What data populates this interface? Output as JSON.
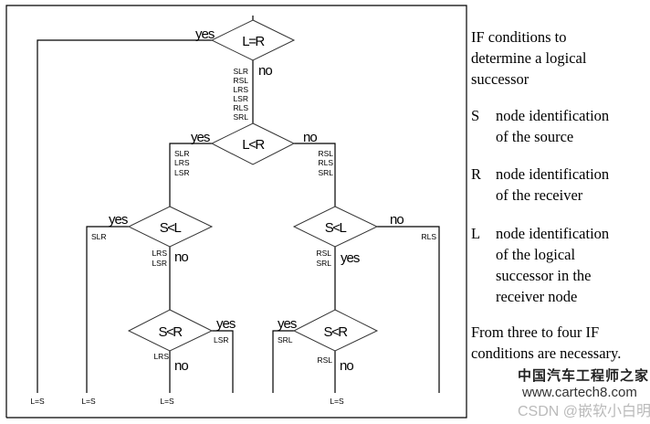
{
  "diagram": {
    "conditions": {
      "c1": "L=R",
      "c2": "L<R",
      "c3": "S<L",
      "c4": "S<R",
      "c5": "S<L",
      "c6": "S<R"
    },
    "branch": {
      "yes": "yes",
      "no": "no"
    },
    "sets": {
      "after_c1_no": [
        "SLR",
        "RSL",
        "LRS",
        "LSR",
        "RLS",
        "SRL"
      ],
      "after_c2_yes": [
        "SLR",
        "LRS",
        "LSR"
      ],
      "after_c2_no": [
        "RSL",
        "RLS",
        "SRL"
      ],
      "after_c3_yes": [
        "SLR"
      ],
      "after_c3_no": [
        "LRS",
        "LSR"
      ],
      "after_c4_yes": [
        "LSR"
      ],
      "after_c4_no": [
        "LRS"
      ],
      "after_c5_no": [
        "RLS"
      ],
      "after_c5_yes": [
        "RSL",
        "SRL"
      ],
      "after_c6_yes": [
        "SRL"
      ],
      "after_c6_no": [
        "RSL"
      ]
    },
    "results": [
      "L=S",
      "L=S",
      "L=S",
      "L=S"
    ]
  },
  "legend": {
    "intro": [
      "IF conditions to",
      "determine a logical",
      "successor"
    ],
    "items": [
      {
        "key": "S",
        "lines": [
          "node identification",
          "of the source"
        ]
      },
      {
        "key": "R",
        "lines": [
          "node identification",
          "of the receiver"
        ]
      },
      {
        "key": "L",
        "lines": [
          "node identification",
          "of the logical",
          "successor in the",
          "receiver node"
        ]
      }
    ],
    "footer": [
      "From three to four IF",
      "conditions are necessary."
    ]
  },
  "watermark": {
    "site_cn": "中国汽车工程师之家",
    "site_url": "www.cartech8.com",
    "csdn": "CSDN @嵌软小白明"
  }
}
